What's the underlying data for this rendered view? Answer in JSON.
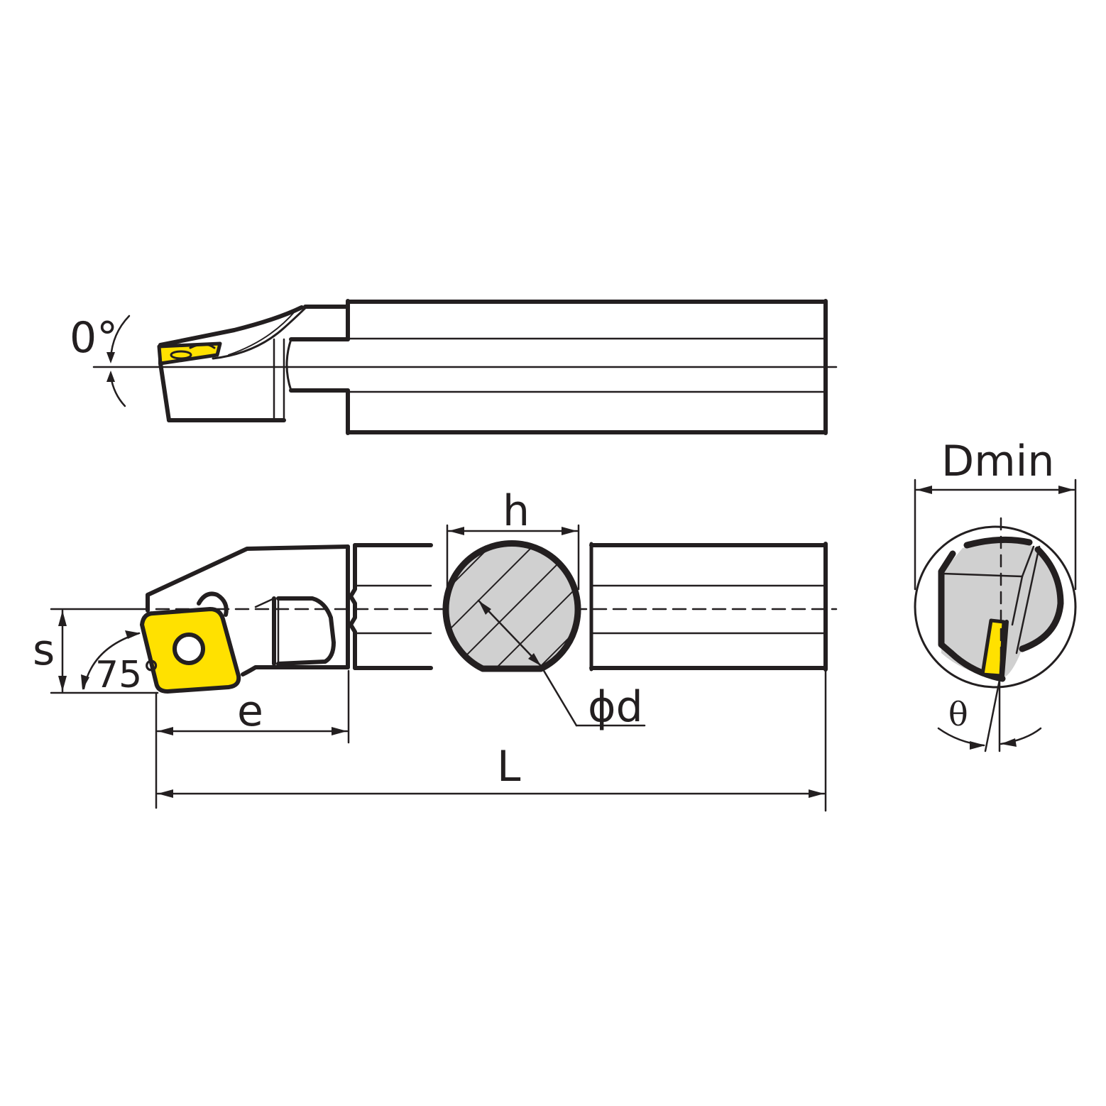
{
  "labels": {
    "top_angle": "0°",
    "h": "h",
    "dmin": "Dmin",
    "s": "s",
    "angle_75": "75°",
    "e": "e",
    "phi_d": "ϕd",
    "L": "L",
    "theta": "θ"
  },
  "colors": {
    "outline": "#231f20",
    "insert": "#ffe100",
    "section_fill": "#d0d0d0",
    "background": "#ffffff"
  }
}
